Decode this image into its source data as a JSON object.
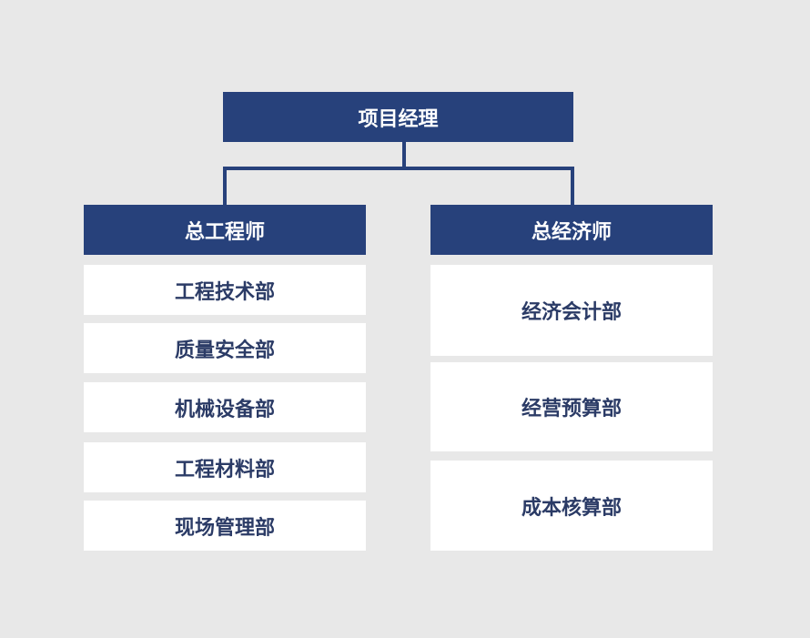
{
  "root": {
    "label": "项目经理"
  },
  "branches": [
    {
      "label": "总工程师",
      "items": [
        "工程技术部",
        "质量安全部",
        "机械设备部",
        "工程材料部",
        "现场管理部"
      ]
    },
    {
      "label": "总经济师",
      "items": [
        "经济会计部",
        "经营预算部",
        "成本核算部"
      ]
    }
  ],
  "colors": {
    "header": "#27417b",
    "text": "#2b3b66",
    "background": "#e8e8e8"
  }
}
